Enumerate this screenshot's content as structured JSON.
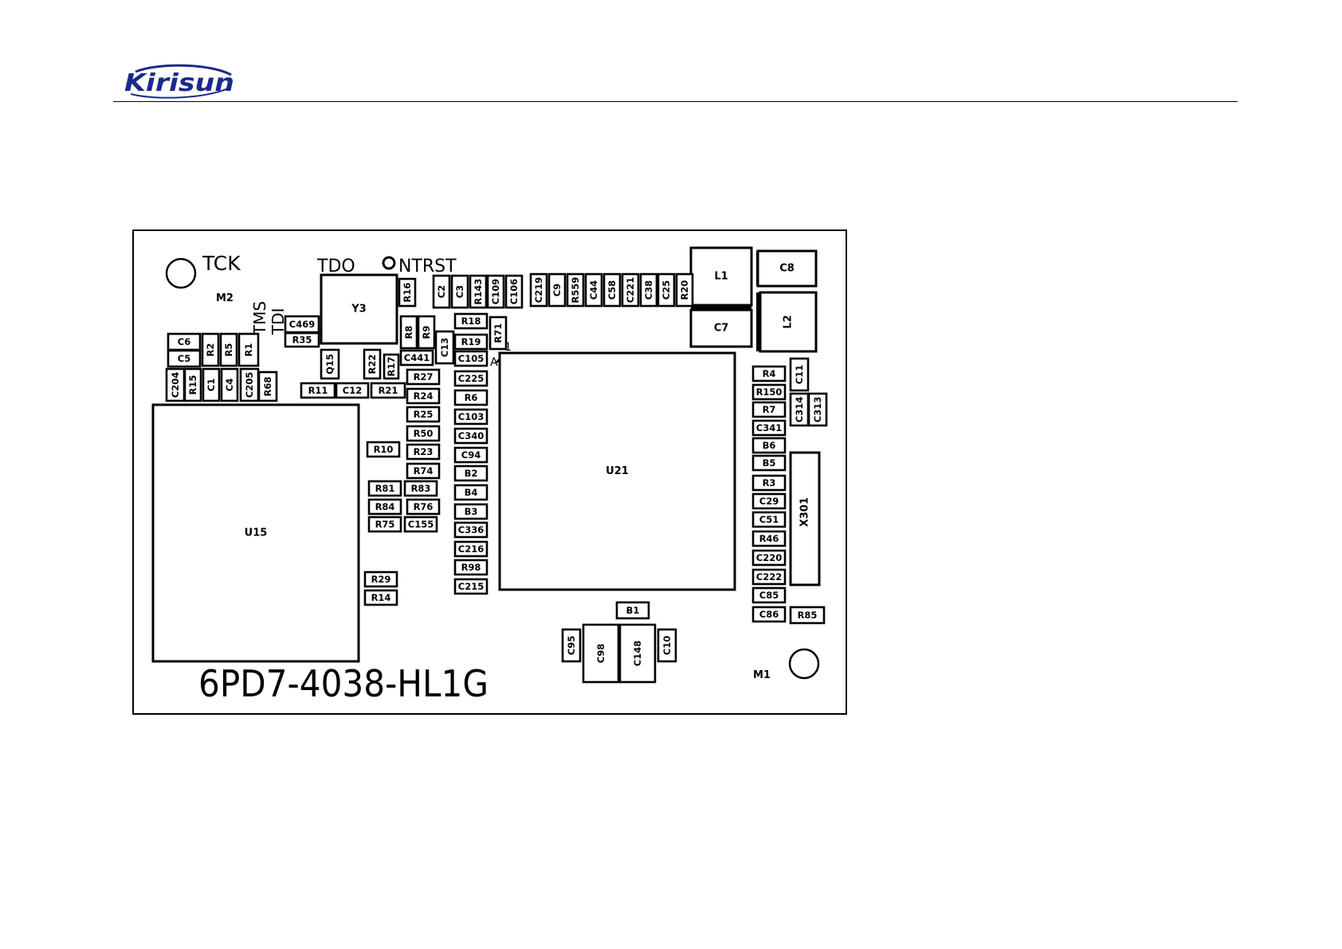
{
  "header": {
    "logo_text": "Kirisun",
    "brand_color": "#1b2a8c"
  },
  "board": {
    "part_number": "6PD7-4038-HL1G",
    "mounting_labels": [
      "M1",
      "M2"
    ],
    "test_points": [
      "TCK",
      "TDO",
      "NTRST",
      "TMS",
      "TDI"
    ],
    "pin_markers": [
      "1",
      "A"
    ],
    "big_parts": [
      "U15",
      "U21",
      "Y3",
      "L1",
      "L2",
      "C7",
      "C8",
      "X301"
    ],
    "components": [
      "C6",
      "C5",
      "R2",
      "R5",
      "R1",
      "C204",
      "R15",
      "C1",
      "C4",
      "C205",
      "R68",
      "C469",
      "R35",
      "Q15",
      "R22",
      "R17",
      "R11",
      "C12",
      "R21",
      "R16",
      "R8",
      "R9",
      "C13",
      "R18",
      "R19",
      "R71",
      "C441",
      "C105",
      "R27",
      "C225",
      "R24",
      "R6",
      "R25",
      "C103",
      "R50",
      "C340",
      "R23",
      "C94",
      "R74",
      "B2",
      "R83",
      "B4",
      "R76",
      "B3",
      "C155",
      "C336",
      "C216",
      "R98",
      "C215",
      "R10",
      "R81",
      "R84",
      "R75",
      "R29",
      "R14",
      "C2",
      "C3",
      "R143",
      "C109",
      "C106",
      "C219",
      "C9",
      "R559",
      "C44",
      "C58",
      "C221",
      "C38",
      "C25",
      "R20",
      "R4",
      "C11",
      "R150",
      "C314",
      "C313",
      "R7",
      "C341",
      "B6",
      "B5",
      "R3",
      "C29",
      "C51",
      "R46",
      "C220",
      "C222",
      "C85",
      "C86",
      "R85",
      "B1",
      "C95",
      "C98",
      "C148",
      "C10"
    ]
  }
}
